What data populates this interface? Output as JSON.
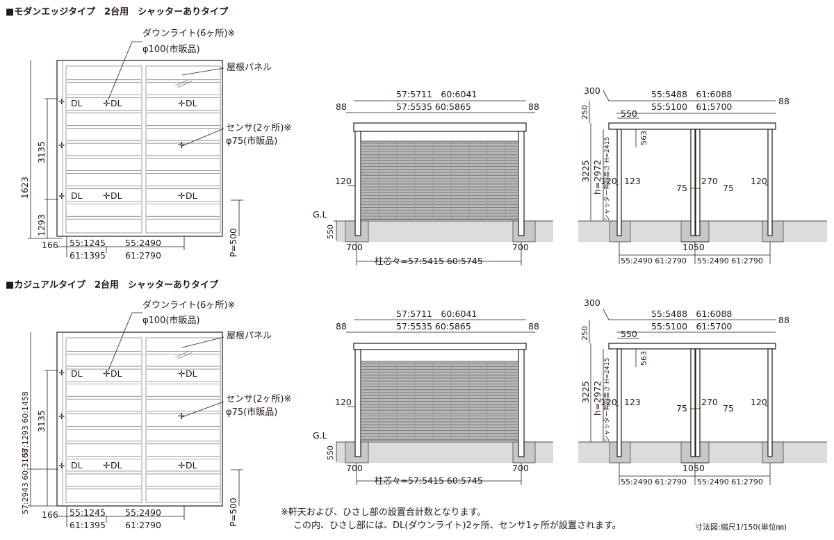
{
  "sections": [
    {
      "title": "■モダンエッジタイプ　2台用　シャッターありタイプ",
      "plan": {
        "downlight_label": "ダウンライト(6ヶ所)※",
        "downlight_size": "φ100(市販品)",
        "roof_panel": "屋根パネル",
        "sensor_label": "センサ(2ヶ所)※",
        "sensor_size": "φ75(市販品)",
        "dl": "DL",
        "left_dims": [
          "3135",
          "1623",
          "1293"
        ],
        "bottom_dims": [
          "166",
          "55:1245",
          "55:2490",
          "61:1395",
          "61:2790"
        ],
        "p_dim": "P=500"
      },
      "front": {
        "total_outer": "57:5711　60:6041",
        "total_inner": "57:5535  60:5865",
        "side_left": "88",
        "side_right": "88",
        "h120": "120",
        "gl": "G.L",
        "d550": "550",
        "foot_left": "700",
        "foot_right": "700",
        "center": "柱芯々=57:5415  60:5745"
      },
      "side": {
        "d300": "300",
        "outer": "55:5488　61:6088",
        "inner": "55:5100　61:5700",
        "d88": "88",
        "d250": "250",
        "d550": "550",
        "d563": "563",
        "d3225": "3225",
        "h2972": "h=2972",
        "shutter_note": "シャッター有効高さ H=2415",
        "d120a": "120",
        "d123": "123",
        "d75a": "75",
        "d270": "270",
        "d75b": "75",
        "d120b": "120",
        "d1050": "1050",
        "bottom": [
          "55:2490  61:2790",
          "55:2490  61:2790"
        ]
      }
    },
    {
      "title": "■カジュアルタイプ　2台用　シャッターありタイプ",
      "plan": {
        "downlight_label": "ダウンライト(6ヶ所)※",
        "downlight_size": "φ100(市販品)",
        "roof_panel": "屋根パネル",
        "sensor_label": "センサ(2ヶ所)※",
        "sensor_size": "φ75(市販品)",
        "dl": "DL",
        "left_dims": [
          "3135",
          "57:1293  60:1458",
          "57:2943  60:3108"
        ],
        "bottom_dims": [
          "166",
          "55:1245",
          "55:2490",
          "61:1395",
          "61:2790"
        ],
        "p_dim": "P=500"
      },
      "front": {
        "total_outer": "57:5711　60:6041",
        "total_inner": "57:5535  60:5865",
        "side_left": "88",
        "side_right": "88",
        "h120": "120",
        "gl": "G.L",
        "d550": "550",
        "foot_left": "700",
        "foot_right": "700",
        "center": "柱芯々=57:5415  60:5745"
      },
      "side": {
        "d300": "300",
        "outer": "55:5488　61:6088",
        "inner": "55:5100　61:5700",
        "d88": "88",
        "d250": "250",
        "d550": "550",
        "d563": "563",
        "d3225": "3225",
        "h2972": "h=2972",
        "shutter_note": "シャッター有効高さ H=2415",
        "d120a": "120",
        "d123": "123",
        "d75a": "75",
        "d270": "270",
        "d75b": "75",
        "d120b": "120",
        "d1050": "1050",
        "bottom": [
          "55:2490  61:2790",
          "55:2490  61:2790"
        ]
      }
    }
  ],
  "notes": {
    "line1": "※軒天および、ひさし部の設置合計数となります。",
    "line2": "この内、ひさし部には、DL(ダウンライト)2ヶ所、センサ1ヶ所が設置されます。",
    "scale": "寸法図:縮尺1/150(単位㎜)"
  }
}
